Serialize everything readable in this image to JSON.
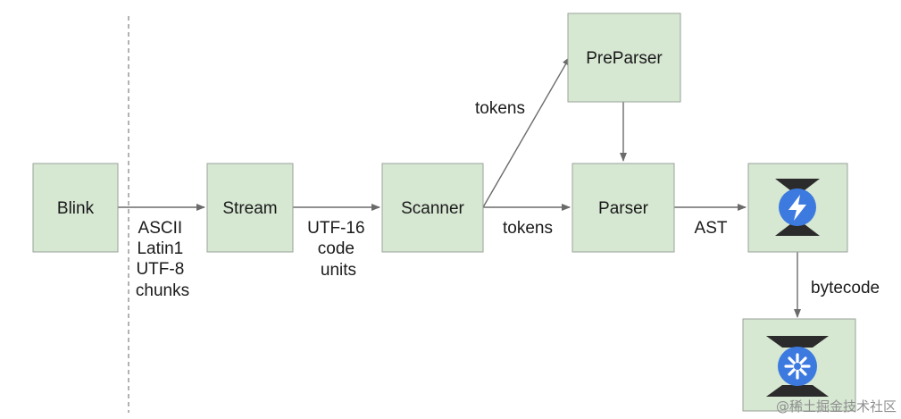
{
  "nodes": {
    "blink": "Blink",
    "stream": "Stream",
    "scanner": "Scanner",
    "preparser": "PreParser",
    "parser": "Parser",
    "ignition": {
      "icon": "ignition-logo-icon"
    },
    "interpreter": {
      "icon": "interpreter-logo-icon"
    }
  },
  "edges": {
    "blink_stream": [
      "ASCII",
      "Latin1",
      "UTF-8",
      "chunks"
    ],
    "stream_scanner": [
      "UTF-16",
      "code",
      "units"
    ],
    "scanner_preparser": "tokens",
    "scanner_parser": "tokens",
    "parser_ignition": "AST",
    "ignition_interpreter": "bytecode"
  },
  "watermark": "@稀土掘金技术社区",
  "colors": {
    "box_fill": "#d6e7d2",
    "box_stroke": "#9aa39a",
    "logo_blue": "#3d7ae0",
    "logo_dark": "#2b2b2b"
  }
}
